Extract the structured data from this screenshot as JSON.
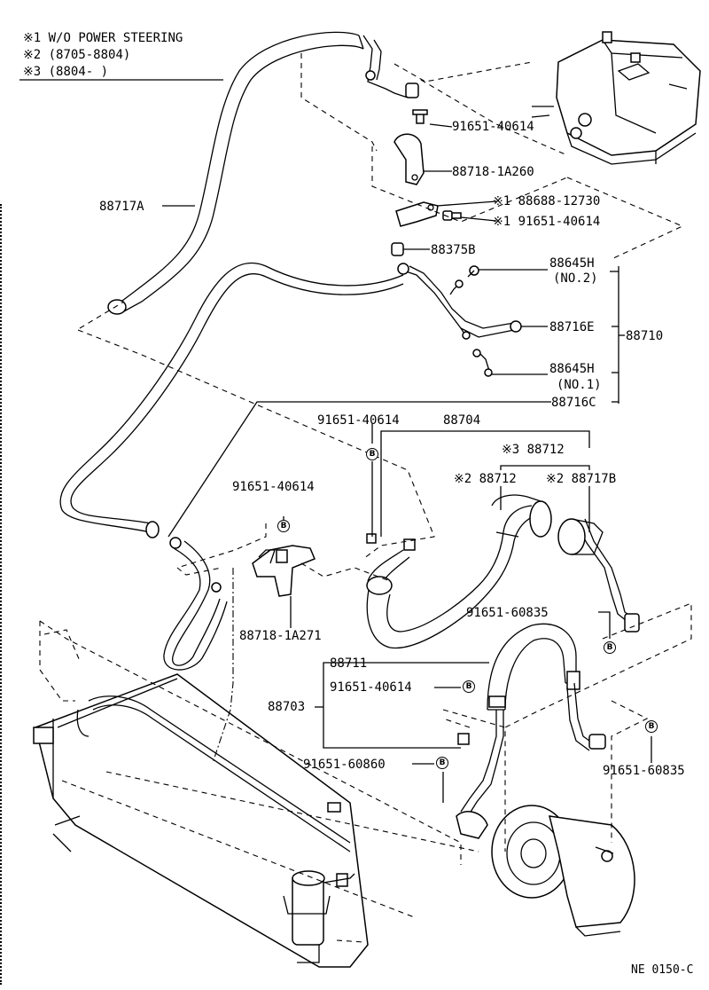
{
  "notes": [
    {
      "mark": "※1",
      "text": "W/O POWER STEERING"
    },
    {
      "mark": "※2",
      "text": "(8705-8804)"
    },
    {
      "mark": "※3",
      "text": "(8804-      )"
    }
  ],
  "labels": {
    "p88717A": "88717A",
    "p91651_40614_top": "91651-40614",
    "p88718_1A260": "88718-1A260",
    "p88688_12730": "※1 88688-12730",
    "p91651_40614_w1": "※1 91651-40614",
    "p88375B": "88375B",
    "p88645H_no2": "88645H",
    "no2": "(NO.2)",
    "p88716E": "88716E",
    "p88710": "88710",
    "p88645H_no1": "88645H",
    "no1": "(NO.1)",
    "p88716C": "88716C",
    "p91651_40614_mid": "91651-40614",
    "p88704": "88704",
    "p88712_3": "※3 88712",
    "p88712_2": "※2 88712",
    "p88717B_2": "※2 88717B",
    "p91651_40614_left": "91651-40614",
    "p88718_1A271": "88718-1A271",
    "p91651_60835_a": "91651-60835",
    "p88711": "88711",
    "p91651_40614_low": "91651-40614",
    "p88703": "88703",
    "p91651_60860": "91651-60860",
    "p91651_60835_b": "91651-60835",
    "figure_code": "NE 0150-C"
  },
  "bolt_marker": "B"
}
